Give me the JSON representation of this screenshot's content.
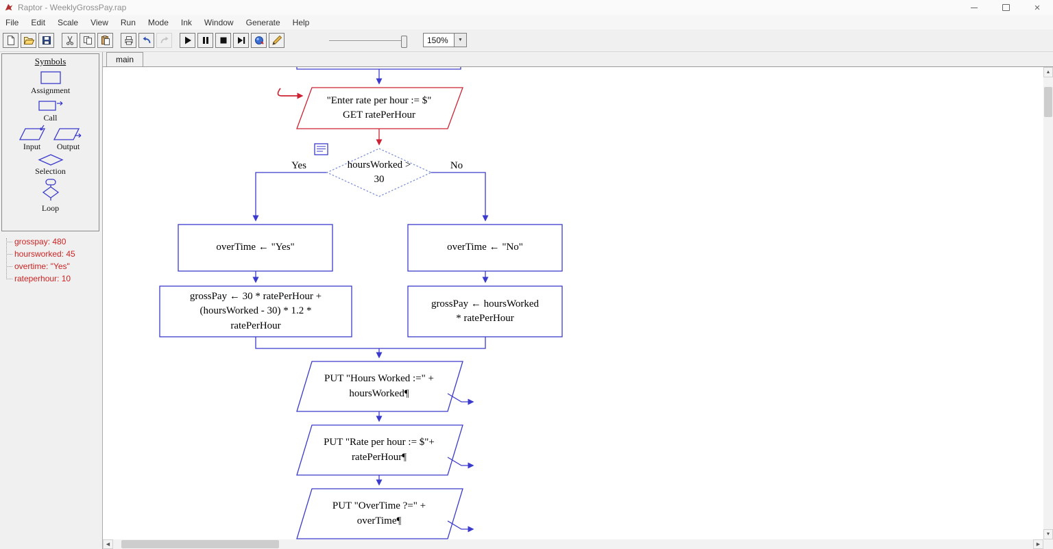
{
  "window": {
    "title": "Raptor - WeeklyGrossPay.rap"
  },
  "menu": {
    "items": [
      "File",
      "Edit",
      "Scale",
      "View",
      "Run",
      "Mode",
      "Ink",
      "Window",
      "Generate",
      "Help"
    ]
  },
  "toolbar": {
    "zoom": "150%",
    "buttons": [
      "new",
      "open",
      "save",
      "cut",
      "copy",
      "paste",
      "print",
      "undo",
      "redo",
      "play",
      "pause",
      "stop",
      "run-to-end",
      "console",
      "ink-pen"
    ]
  },
  "symbols_panel": {
    "title": "Symbols",
    "assignment_label": "Assignment",
    "call_label": "Call",
    "input_label": "Input",
    "output_label": "Output",
    "selection_label": "Selection",
    "loop_label": "Loop"
  },
  "watch_panel": {
    "items": [
      "grosspay: 480",
      "hoursworked: 45",
      "overtime: \"Yes\"",
      "rateperhour: 10"
    ]
  },
  "tab": {
    "label": "main"
  },
  "flowchart": {
    "input_box": "\"Enter rate per hour := $\"\nGET ratePerHour",
    "decision": "hoursWorked >\n30",
    "yes_label": "Yes",
    "no_label": "No",
    "assign_yes": "overTime ← \"Yes\"",
    "assign_no": "overTime ← \"No\"",
    "grosspay_overtime": "grossPay ← 30 * ratePerHour  +\n(hoursWorked  -  30) * 1.2 *\nratePerHour",
    "grosspay_regular": "grossPay ← hoursWorked\n*  ratePerHour",
    "output_hours": "PUT \"Hours Worked :=\" +\nhoursWorked¶",
    "output_rate": "PUT \"Rate per hour := $\"+\nratePerHour¶",
    "output_overtime": "PUT \"OverTime ?=\" +\noverTime¶"
  },
  "icons": {
    "close": "×",
    "scroll_up": "▲",
    "scroll_down": "▼",
    "scroll_left": "◀",
    "scroll_right": "▶"
  },
  "colors": {
    "flow_blue": "#3a3acc",
    "flow_red": "#cc2233",
    "watch_red": "#cc2222"
  }
}
